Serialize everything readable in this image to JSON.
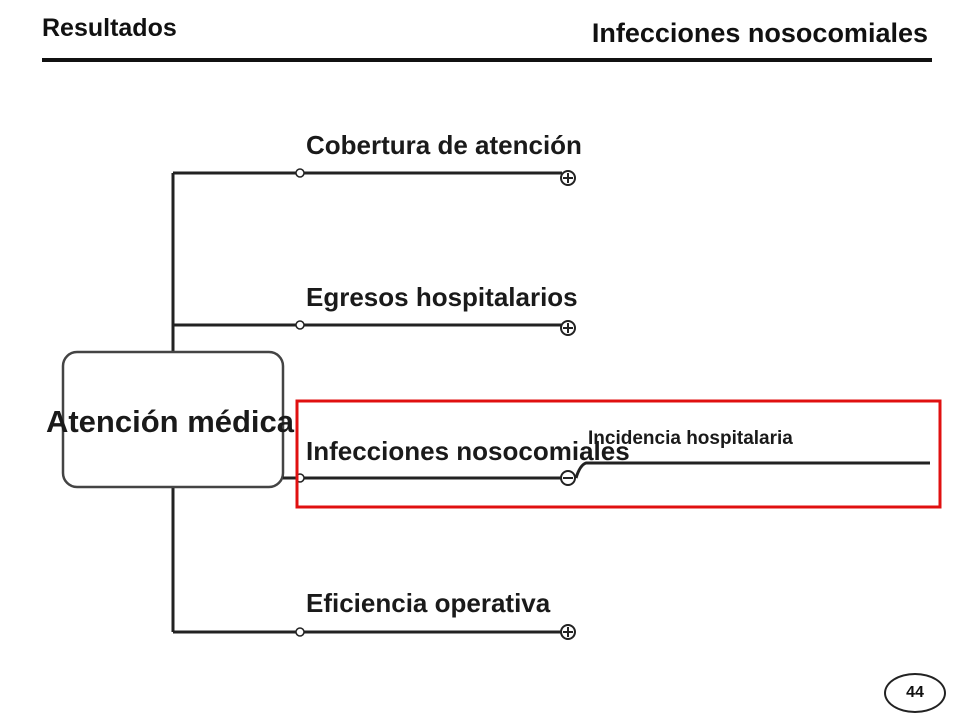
{
  "header": {
    "section": "Resultados",
    "topic": "Infecciones nosocomiales"
  },
  "diagram": {
    "root": "Atención médica",
    "branches": [
      {
        "label": "Cobertura de atención",
        "toggle": "+"
      },
      {
        "label": "Egresos hospitalarios",
        "toggle": "+"
      },
      {
        "label": "Infecciones nosocomiales",
        "toggle": "−",
        "highlighted": true,
        "children": [
          {
            "label": "Incidencia hospitalaria"
          }
        ]
      },
      {
        "label": "Eficiencia operativa",
        "toggle": "+"
      }
    ],
    "highlight_color": "#e01010"
  },
  "footer": {
    "page_number": "44"
  }
}
